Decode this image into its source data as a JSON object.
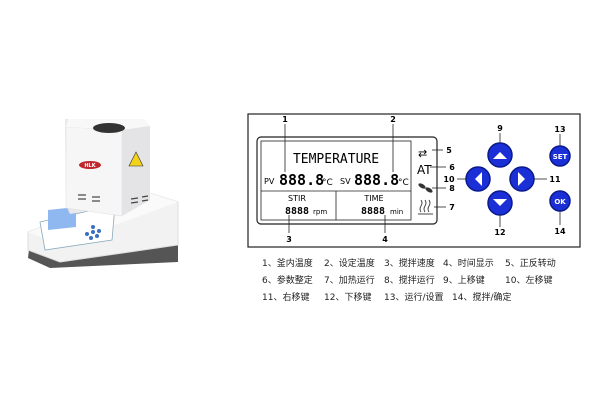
{
  "lcd": {
    "title": "TEMPERATURE",
    "pv_label": "PV",
    "pv_value": "888.8",
    "unit": "°C",
    "sv_label": "SV",
    "sv_value": "888.8",
    "stir_label": "STIR",
    "stir_value": "8888",
    "stir_unit": "rpm",
    "time_label": "TIME",
    "time_value": "8888",
    "time_unit": "min",
    "at_label": "AT"
  },
  "buttons": {
    "set": "SET",
    "ok": "OK"
  },
  "callouts": [
    "1",
    "2",
    "3",
    "4",
    "5",
    "6",
    "7",
    "8",
    "9",
    "10",
    "11",
    "12",
    "13",
    "14"
  ],
  "legend": [
    [
      "1、釜内温度",
      "2、设定温度",
      "3、搅拌速度",
      "4、时间显示",
      "5、正反转动"
    ],
    [
      "6、参数整定",
      "7、加热运行",
      "8、搅拌运行",
      "9、上移键",
      "10、左移键"
    ],
    [
      "11、右移键",
      "12、下移键",
      "13、运行/设置",
      "14、搅拌/确定"
    ]
  ],
  "colors": {
    "button_blue": "#1a2fd6",
    "button_ring": "#0a1a8c",
    "screen_blue": "#8fb8f0",
    "warning_yellow": "#f2d21a"
  }
}
